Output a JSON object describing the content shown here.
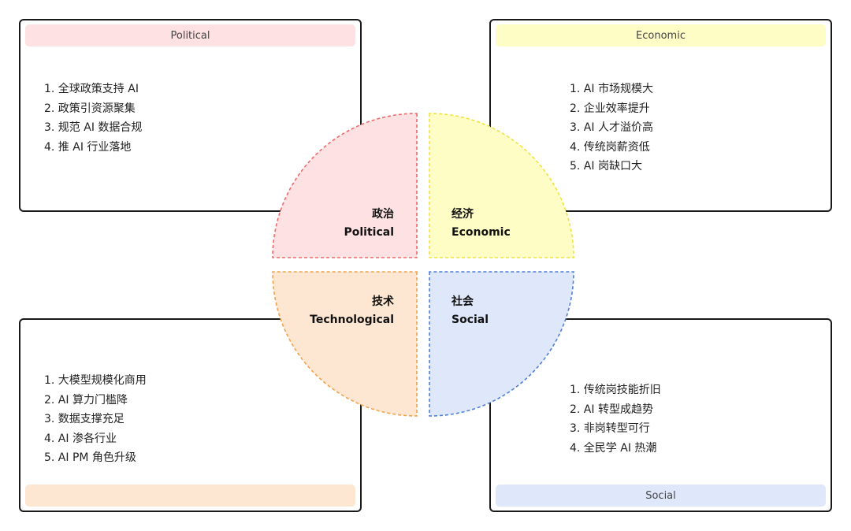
{
  "colors": {
    "political_fill": "#fde1e3",
    "political_stroke": "#ee6b6b",
    "economic_fill": "#fefdc6",
    "economic_stroke": "#f2e33a",
    "technological_fill": "#fde7d2",
    "technological_stroke": "#f2a24a",
    "social_fill": "#dfe7fb",
    "social_stroke": "#4f7fd9"
  },
  "political": {
    "header": "Political",
    "quadrant_cn": "政治",
    "quadrant_en": "Political",
    "items": [
      "1. 全球政策支持 AI",
      "2. 政策引资源聚集",
      "3. 规范 AI 数据合规",
      "4. 推 AI 行业落地"
    ]
  },
  "economic": {
    "header": "Economic",
    "quadrant_cn": "经济",
    "quadrant_en": "Economic",
    "items": [
      "1. AI 市场规模大",
      "2. 企业效率提升",
      "3. AI 人才溢价高",
      "4. 传统岗薪资低",
      "5. AI 岗缺口大"
    ]
  },
  "technological": {
    "header": "",
    "quadrant_cn": "技术",
    "quadrant_en": "Technological",
    "items": [
      "1. 大模型规模化商用",
      "2. AI 算力门槛降",
      "3. 数据支撑充足",
      "4. AI 渗各行业",
      "5. AI PM 角色升级"
    ]
  },
  "social": {
    "header": "Social",
    "quadrant_cn": "社会",
    "quadrant_en": "Social",
    "items": [
      "1. 传统岗技能折旧",
      "2. AI 转型成趋势",
      "3. 非岗转型可行",
      "4. 全民学 AI 热潮"
    ]
  }
}
